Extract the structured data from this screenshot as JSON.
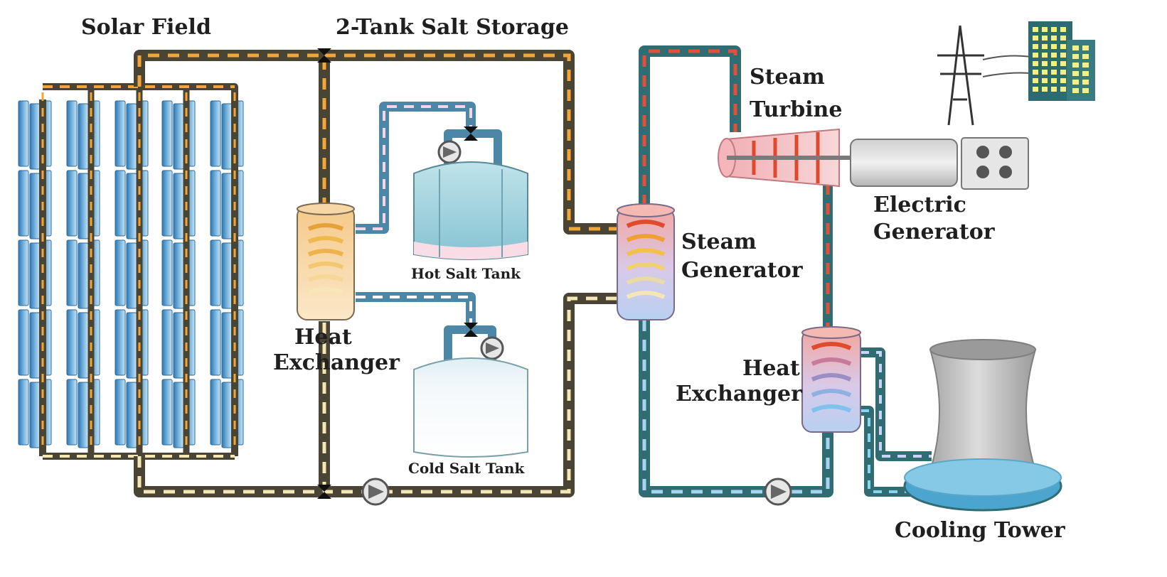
{
  "labels": {
    "solar_field": "Solar Field",
    "storage": "2-Tank Salt Storage",
    "steam_turbine_1": "Steam",
    "steam_turbine_2": "Turbine",
    "electric_generator_1": "Electric",
    "electric_generator_2": "Generator",
    "steam_generator_1": "Steam",
    "steam_generator_2": "Generator",
    "heat_exchanger_left_1": "Heat",
    "heat_exchanger_left_2": "Exchanger",
    "heat_exchanger_right_1": "Heat",
    "heat_exchanger_right_2": "Exchanger",
    "hot_salt_tank": "Hot Salt Tank",
    "cold_salt_tank": "Cold Salt Tank",
    "cooling_tower": "Cooling Tower"
  },
  "colors": {
    "oil_pipe": "#4a4434",
    "hot_dash": "#f0a63a",
    "cold_dash": "#f4e7b6",
    "salt_pipe": "#4d87a8",
    "salt_hot_dash": "#f3d6e6",
    "salt_cold_dash": "#ffffff",
    "water_pipe": "#2f6d73",
    "steam_dash": "#e2503a",
    "water_dash": "#a8d3f0",
    "mirror": "#4a93c8"
  },
  "icons": {
    "pump": "pump-icon",
    "valve": "valve-icon",
    "pylon": "transmission-tower-icon",
    "building": "city-building-icon"
  }
}
